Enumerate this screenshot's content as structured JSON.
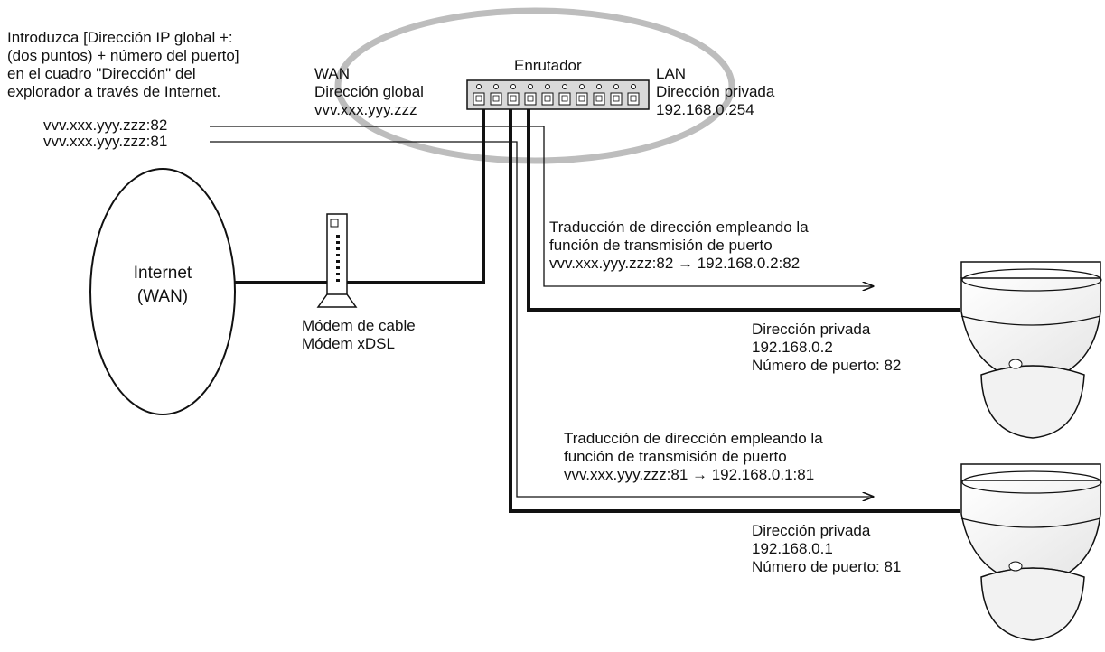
{
  "instruction": {
    "lines": [
      "Introduzca [Dirección IP global +:",
      "(dos puntos) + número del puerto]",
      "en el cuadro \"Dirección\" del",
      "explorador a través de Internet."
    ],
    "addr_82": "vvv.xxx.yyy.zzz:82",
    "addr_81": "vvv.xxx.yyy.zzz:81"
  },
  "wan": {
    "title": "WAN",
    "label": "Dirección global",
    "address": "vvv.xxx.yyy.zzz"
  },
  "router": {
    "label": "Enrutador"
  },
  "lan": {
    "title": "LAN",
    "label": "Dirección privada",
    "address": "192.168.0.254"
  },
  "internet": {
    "line1": "Internet",
    "line2": "(WAN)"
  },
  "modem": {
    "line1": "Módem de cable",
    "line2": "Módem xDSL"
  },
  "forward_82": {
    "line1": "Traducción de dirección empleando la",
    "line2": "función de transmisión de puerto",
    "line3": "vvv.xxx.yyy.zzz:82 → 192.168.0.2:82"
  },
  "forward_81": {
    "line1": "Traducción de dirección empleando la",
    "line2": "función de transmisión de puerto",
    "line3": "vvv.xxx.yyy.zzz:81 → 192.168.0.1:81"
  },
  "camera_1": {
    "label": "Dirección privada",
    "address": "192.168.0.2",
    "port": "Número de puerto: 82"
  },
  "camera_2": {
    "label": "Dirección privada",
    "address": "192.168.0.1",
    "port": "Número de puerto: 81"
  },
  "colors": {
    "line": "#111111",
    "ellipse": "#bdbdbd",
    "router_fill": "#d9d9d9"
  }
}
